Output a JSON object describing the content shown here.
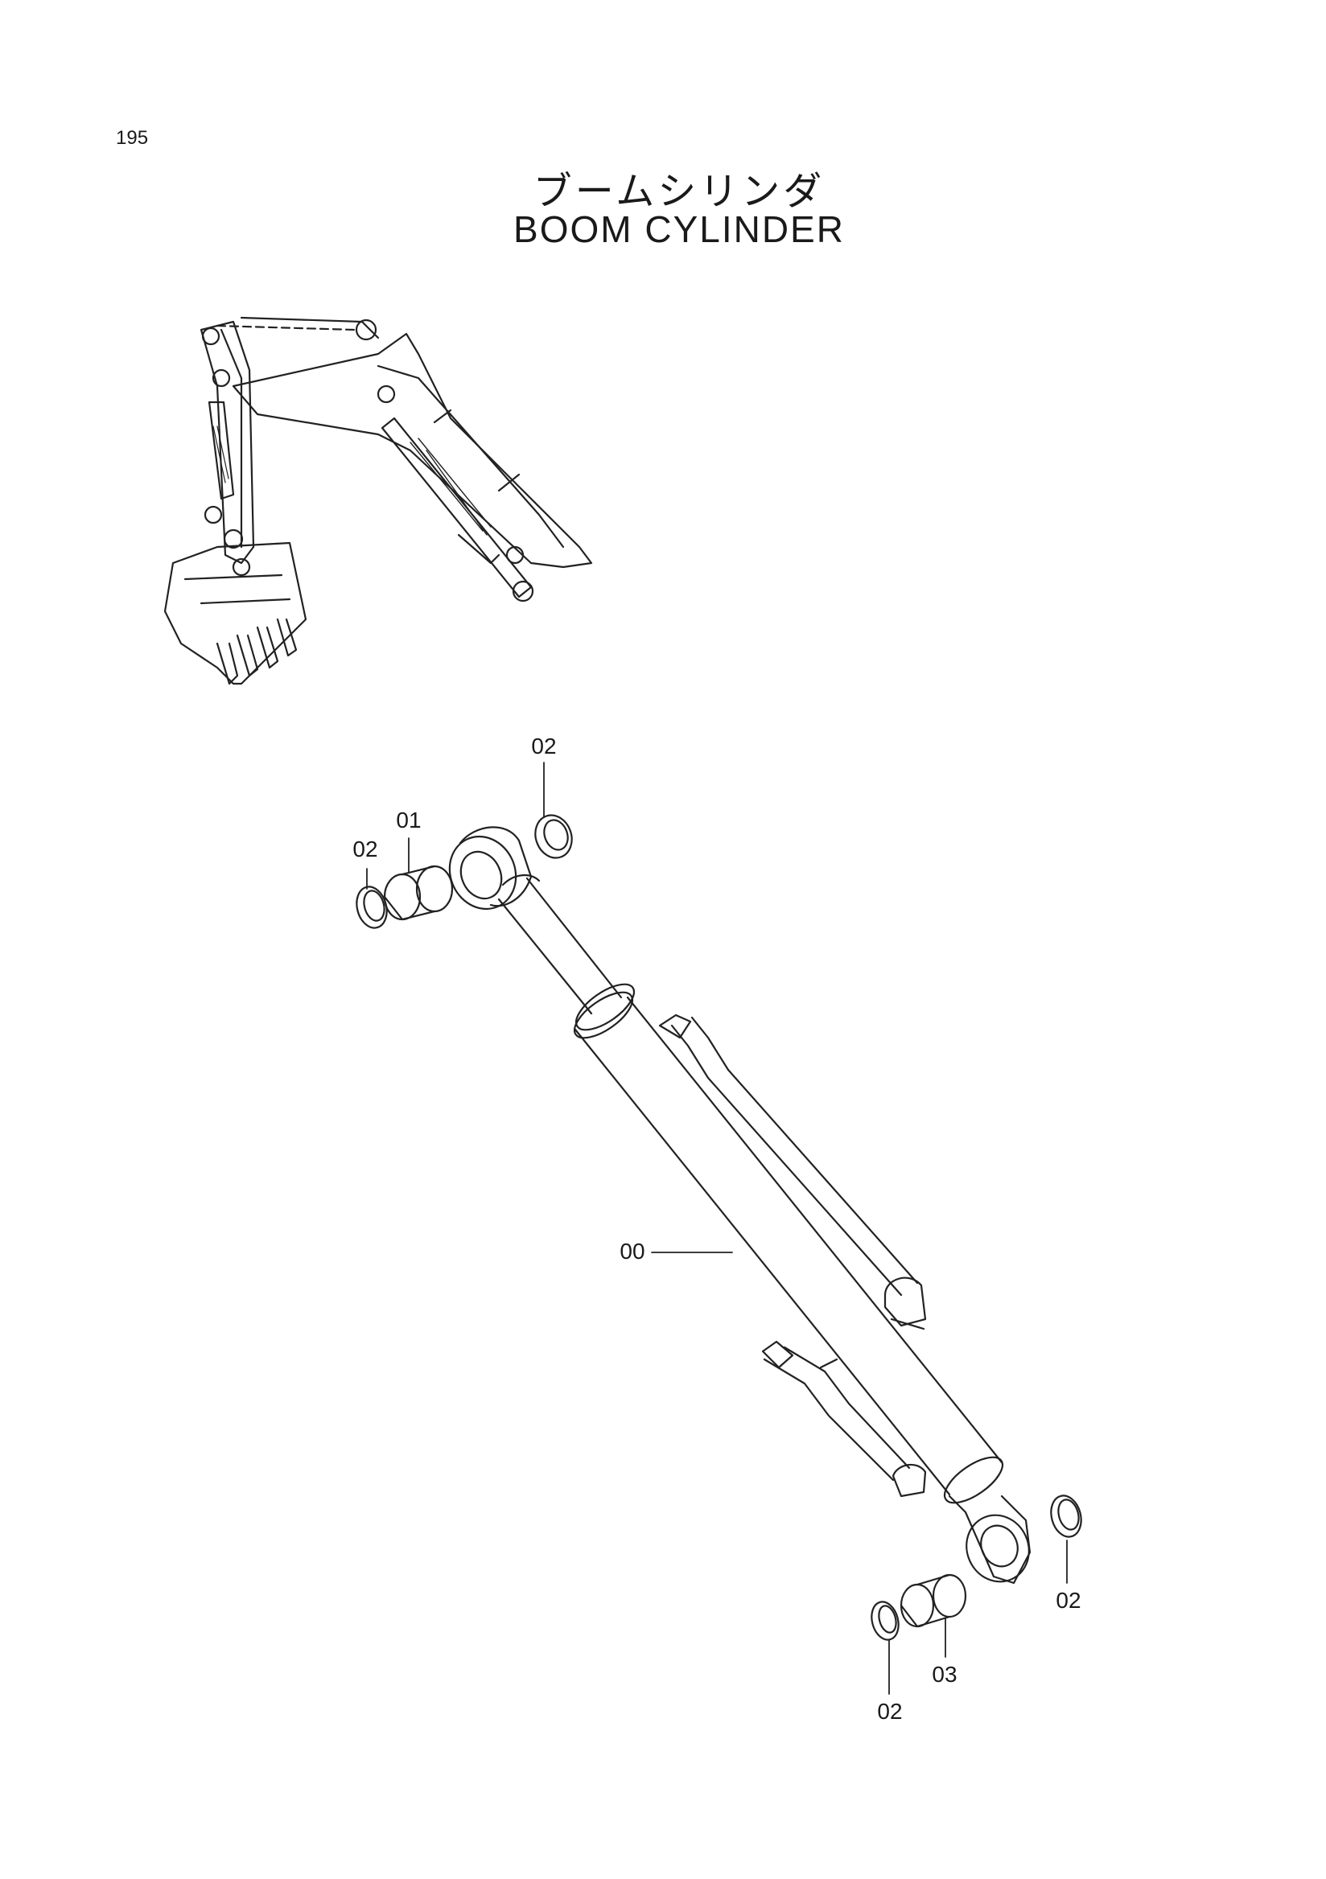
{
  "page": {
    "number": "195"
  },
  "title": {
    "japanese": "ブームシリンダ",
    "english": "BOOM  CYLINDER"
  },
  "callouts": [
    {
      "id": "00"
    },
    {
      "id": "01"
    },
    {
      "id": "02"
    },
    {
      "id": "03"
    }
  ]
}
